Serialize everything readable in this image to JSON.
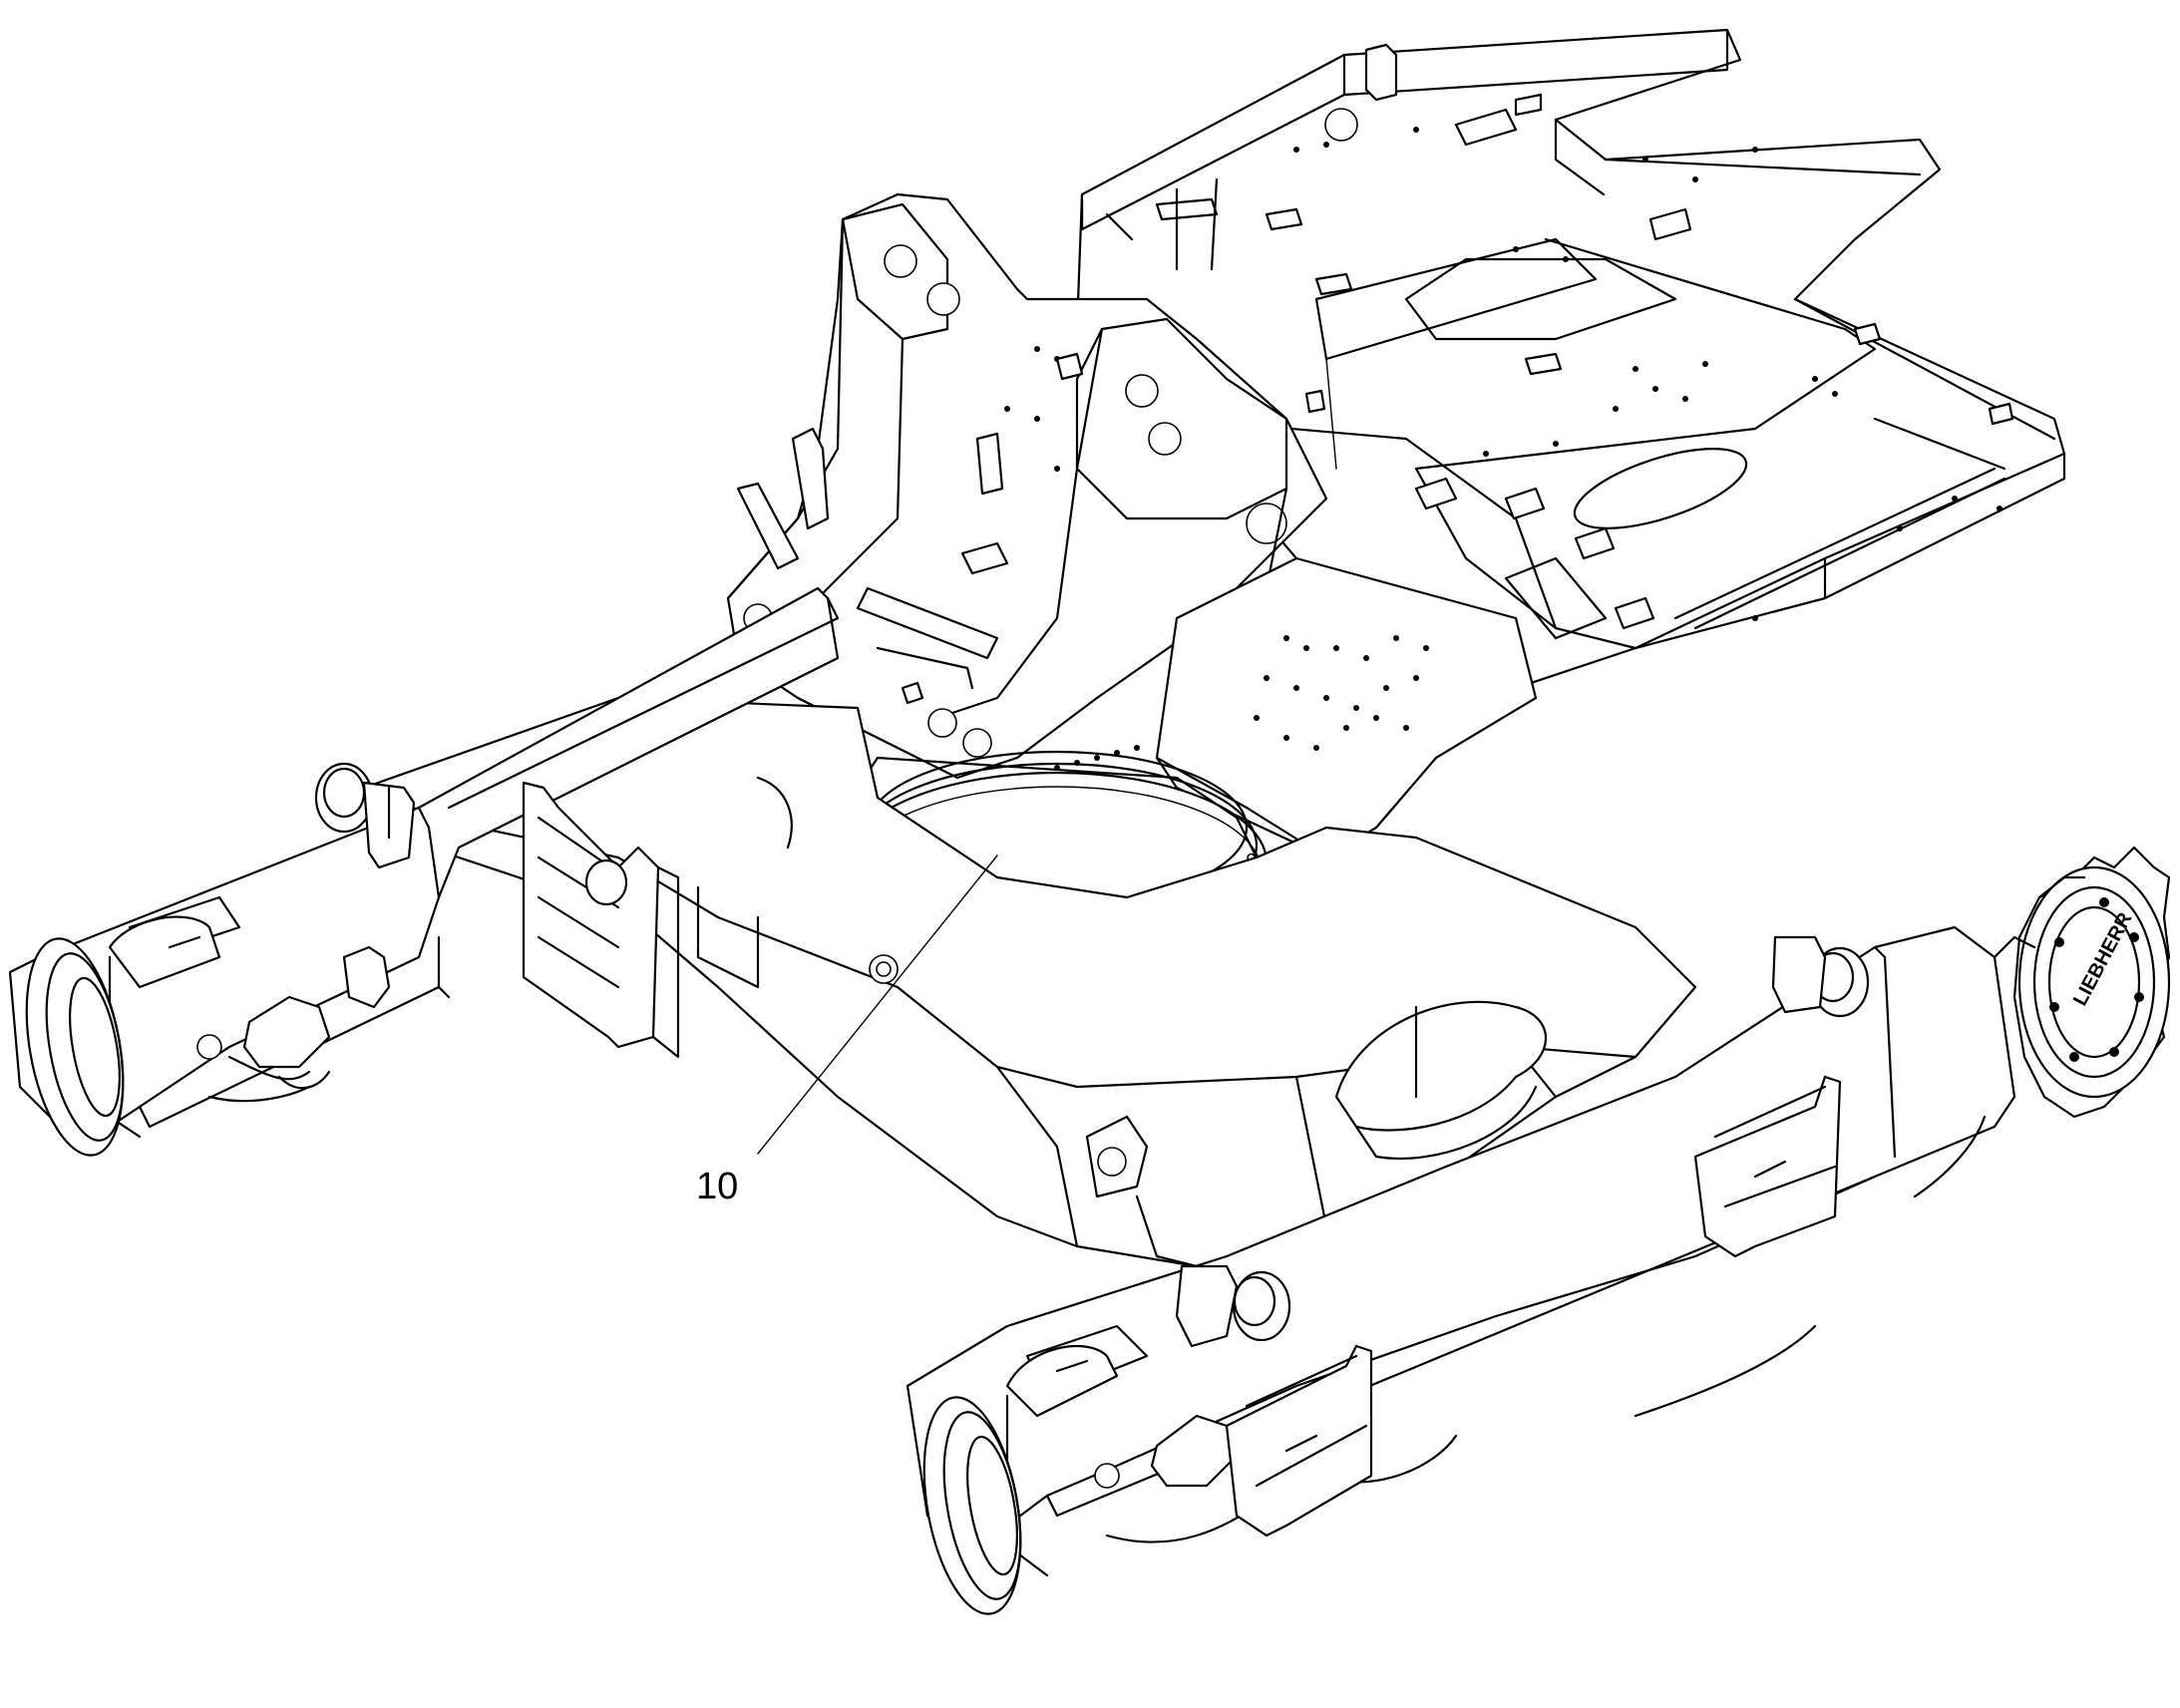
{
  "callouts": [
    {
      "id": "10",
      "label": "10"
    }
  ],
  "sprocket_brand": "LIEBHERR",
  "colors": {
    "line": "#000000",
    "background": "#ffffff"
  }
}
